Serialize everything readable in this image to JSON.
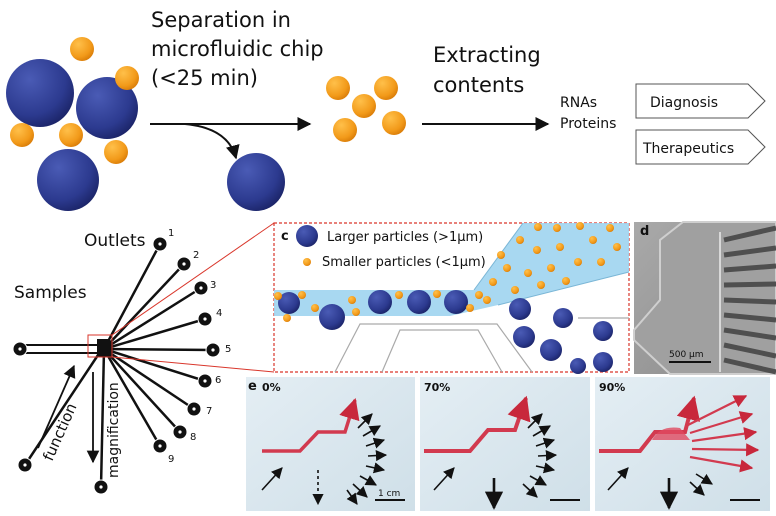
{
  "top": {
    "separation_lines": [
      "Separation in",
      "microfluidic chip",
      "(<25 min)"
    ],
    "extracting_lines": [
      "Extracting",
      "contents"
    ],
    "contents": [
      "RNAs",
      "Proteins"
    ],
    "applications": [
      "Diagnosis",
      "Therapeutics"
    ]
  },
  "chip": {
    "outlets_label": "Outlets",
    "samples_label": "Samples",
    "outlet_numbers": [
      "1",
      "2",
      "3",
      "4",
      "5",
      "6",
      "7",
      "8",
      "9"
    ],
    "function_label": "function",
    "magnification_label": "magnification"
  },
  "panel_c": {
    "letter": "c",
    "legend": [
      "Larger particles (>1μm)",
      "Smaller particles (<1μm)"
    ]
  },
  "panel_d": {
    "letter": "d",
    "scalebar": "500 μm"
  },
  "panel_e": {
    "letter": "e",
    "percentages": [
      "0%",
      "70%",
      "90%"
    ],
    "scalebar": "1 cm"
  },
  "colors": {
    "large_particle": "#2c3a8f",
    "small_particle": "#f29a1a",
    "channel": "#9fd4ef",
    "inset_border": "#d9362b",
    "stream": "#d23a4f"
  }
}
